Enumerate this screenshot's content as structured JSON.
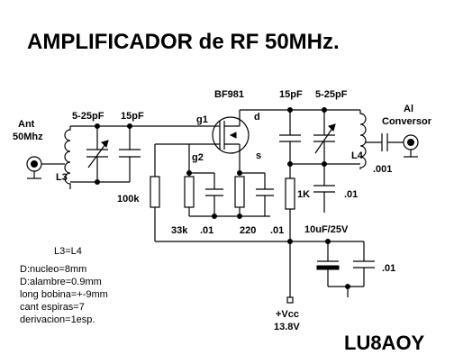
{
  "title": "AMPLIFICADOR  de  RF  50MHz.",
  "callsign": "LU8AOY",
  "input": {
    "line1": "Ant",
    "line2": "50Mhz"
  },
  "output": {
    "line1": "Al",
    "line2": "Conversor"
  },
  "transistor": {
    "name": "BF981",
    "g1": "g1",
    "g2": "g2",
    "d": "d",
    "s": "s"
  },
  "components": {
    "c_in_trim": "5-25pF",
    "c_in_fixed": "15pF",
    "l3": "L3",
    "r_gate": "100k",
    "r_g2": "33k",
    "c_g2": ".01",
    "r_source": "220",
    "c_source": ".01",
    "c_out_fixed": "15pF",
    "c_out_trim": "5-25pF",
    "l4": "L4",
    "c_coupling": ".001",
    "r_drain": "1K",
    "c_drain_bypass": ".01",
    "electrolytic": "10uF/25V",
    "c_supply_bypass": ".01",
    "vcc": "+Vcc",
    "vcc_value": "13.8V"
  },
  "notes": [
    "L3=L4",
    "D:nucleo=8mm",
    "D:alambre=0.9mm",
    "long bobina=+-9mm",
    "cant espiras=7",
    "derivacion=1esp."
  ]
}
